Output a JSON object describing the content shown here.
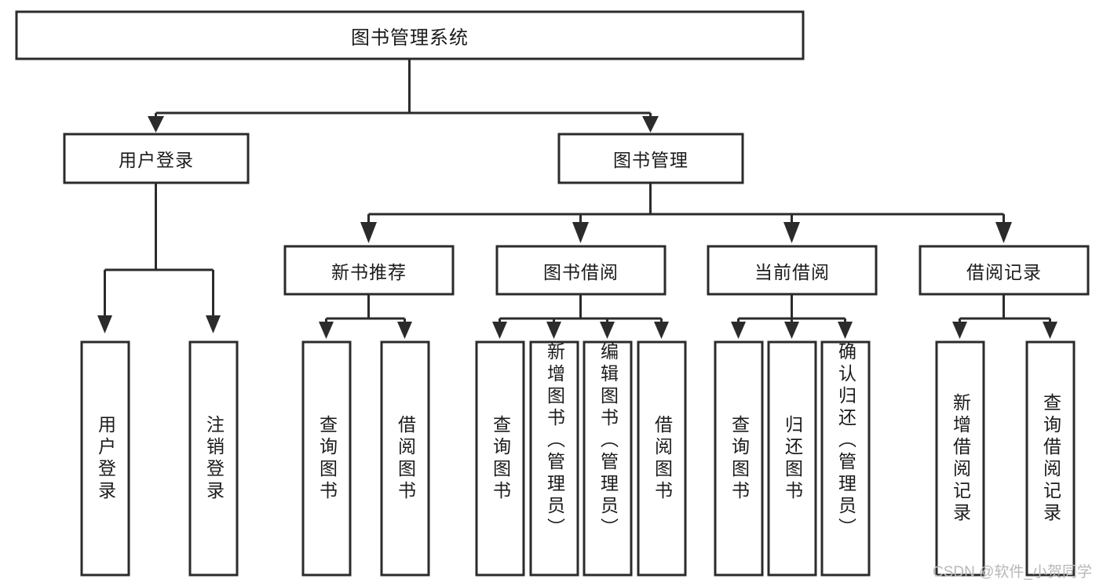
{
  "diagram": {
    "type": "tree-hierarchy",
    "title": "图书管理系统",
    "watermark": "CSDN @软件_小贺同学",
    "colors": {
      "stroke": "#2b2b2b",
      "fill": "#ffffff",
      "text": "#1b1b1b",
      "watermark": "#b8b8b8",
      "background": "#ffffff"
    },
    "root": {
      "id": "root",
      "label": "图书管理系统",
      "orientation": "horizontal"
    },
    "level2": [
      {
        "id": "user-login",
        "label": "用户登录",
        "orientation": "horizontal"
      },
      {
        "id": "book-manage",
        "label": "图书管理",
        "orientation": "horizontal"
      }
    ],
    "level3": [
      {
        "id": "new-book-recommend",
        "label": "新书推荐",
        "orientation": "horizontal",
        "parent": "book-manage"
      },
      {
        "id": "book-borrow",
        "label": "图书借阅",
        "orientation": "horizontal",
        "parent": "book-manage"
      },
      {
        "id": "current-borrow",
        "label": "当前借阅",
        "orientation": "horizontal",
        "parent": "book-manage"
      },
      {
        "id": "borrow-record",
        "label": "借阅记录",
        "orientation": "horizontal",
        "parent": "book-manage"
      }
    ],
    "leaves": {
      "user-login": [
        {
          "id": "leaf-user-login",
          "label": "用户登录",
          "orientation": "vertical"
        },
        {
          "id": "leaf-logout-login",
          "label": "注销登录",
          "orientation": "vertical"
        }
      ],
      "new-book-recommend": [
        {
          "id": "leaf-query-book-1",
          "label": "查询图书",
          "orientation": "vertical"
        },
        {
          "id": "leaf-borrow-book-1",
          "label": "借阅图书",
          "orientation": "vertical"
        }
      ],
      "book-borrow": [
        {
          "id": "leaf-query-book-2",
          "label": "查询图书",
          "orientation": "vertical"
        },
        {
          "id": "leaf-add-book",
          "label": "新增图书（管理员）",
          "orientation": "vertical"
        },
        {
          "id": "leaf-edit-book",
          "label": "编辑图书（管理员）",
          "orientation": "vertical"
        },
        {
          "id": "leaf-borrow-book-2",
          "label": "借阅图书",
          "orientation": "vertical"
        }
      ],
      "current-borrow": [
        {
          "id": "leaf-query-book-3",
          "label": "查询图书",
          "orientation": "vertical"
        },
        {
          "id": "leaf-return-book",
          "label": "归还图书",
          "orientation": "vertical"
        },
        {
          "id": "leaf-confirm-return",
          "label": "确认归还（管理员）",
          "orientation": "vertical"
        }
      ],
      "borrow-record": [
        {
          "id": "leaf-add-record",
          "label": "新增借阅记录",
          "orientation": "vertical"
        },
        {
          "id": "leaf-query-record",
          "label": "查询借阅记录",
          "orientation": "vertical"
        }
      ]
    }
  }
}
